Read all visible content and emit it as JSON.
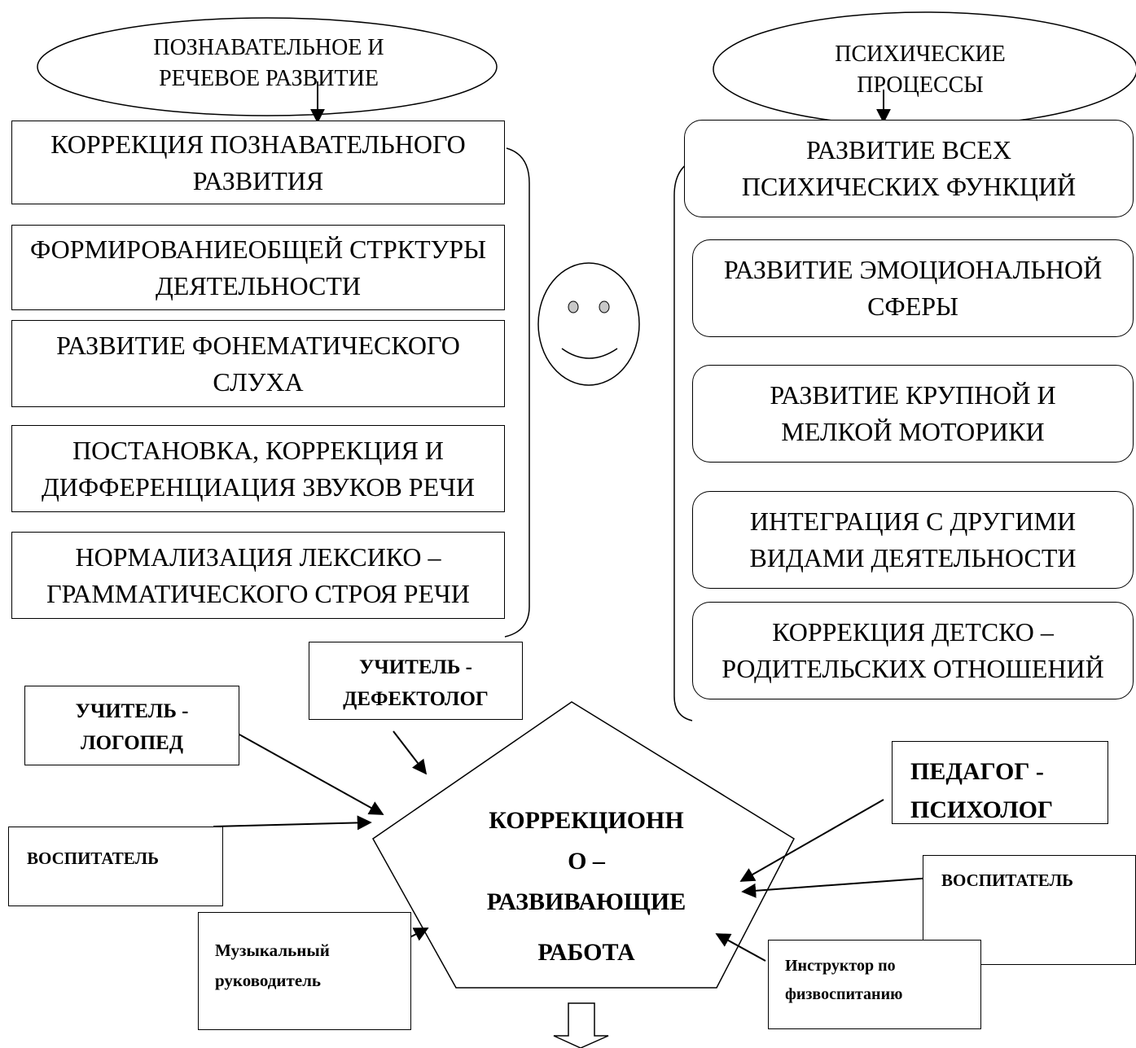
{
  "left": {
    "header": "ПОЗНАВАТЕЛЬНОЕ И РЕЧЕВОЕ РАЗВИТИЕ",
    "header_line1": "ПОЗНАВАТЕЛЬНОЕ И",
    "header_line2": "РЕЧЕВОЕ РАЗВИТИЕ",
    "boxes": [
      {
        "line1": "КОРРЕКЦИЯ ПОЗНАВАТЕЛЬНОГО",
        "line2": "РАЗВИТИЯ"
      },
      {
        "line1": "ФОРМИРОВАНИЕОБЩЕЙ СТРКТУРЫ",
        "line2": "ДЕЯТЕЛЬНОСТИ"
      },
      {
        "line1": "РАЗВИТИЕ ФОНЕМАТИЧЕСКОГО",
        "line2": "СЛУХА"
      },
      {
        "line1": "ПОСТАНОВКА, КОРРЕКЦИЯ И",
        "line2": "ДИФФЕРЕНЦИАЦИЯ ЗВУКОВ РЕЧИ"
      },
      {
        "line1": "НОРМАЛИЗАЦИЯ ЛЕКСИКО –",
        "line2": "ГРАММАТИЧЕСКОГО СТРОЯ РЕЧИ"
      }
    ]
  },
  "right": {
    "header_line1": "ПСИХИЧЕСКИЕ",
    "header_line2": "ПРОЦЕССЫ",
    "boxes": [
      {
        "line1": "РАЗВИТИЕ ВСЕХ",
        "line2": "ПСИХИЧЕСКИХ ФУНКЦИЙ"
      },
      {
        "line1": "РАЗВИТИЕ ЭМОЦИОНАЛЬНОЙ",
        "line2": "СФЕРЫ"
      },
      {
        "line1": "РАЗВИТИЕ КРУПНОЙ И",
        "line2": "МЕЛКОЙ МОТОРИКИ"
      },
      {
        "line1": "ИНТЕГРАЦИЯ С ДРУГИМИ",
        "line2": "ВИДАМИ ДЕЯТЕЛЬНОСТИ"
      },
      {
        "line1": "КОРРЕКЦИЯ ДЕТСКО –",
        "line2": "РОДИТЕЛЬСКИХ ОТНОШЕНИЙ"
      }
    ]
  },
  "center": {
    "line1": "КОРРЕКЦИОНН",
    "line2": "О –",
    "line3": "РАЗВИВАЮЩИЕ",
    "line4": "РАБОТА"
  },
  "staff": {
    "defectologist_1": "УЧИТЕЛЬ -",
    "defectologist_2": "ДЕФЕКТОЛОГ",
    "logoped_1": "УЧИТЕЛЬ -",
    "logoped_2": "ЛОГОПЕД",
    "educator_left": "ВОСПИТАТЕЛЬ",
    "psychologist_1": "ПЕДАГОГ -",
    "psychologist_2": "ПСИХОЛОГ",
    "educator_right": "ВОСПИТАТЕЛЬ",
    "music_1": "Музыкальный",
    "music_2": "руководитель",
    "pe_1": "Инструктор по",
    "pe_2": "физвоспитанию"
  }
}
